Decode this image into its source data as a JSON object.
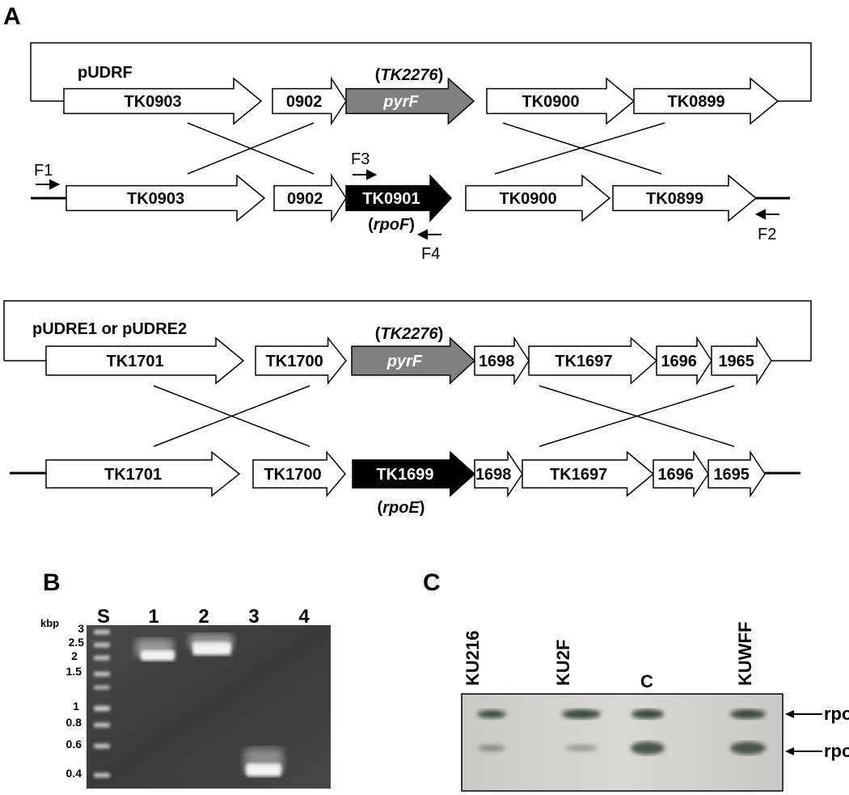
{
  "panels": {
    "a": "A",
    "b": "B",
    "c": "C"
  },
  "panel_a": {
    "plasmid1": {
      "name": "pUDRF",
      "insert_label": {
        "paren_open": "(",
        "gene": "TK2276",
        "paren_close": ")"
      },
      "genes": [
        {
          "label": "TK0903",
          "fill": "white"
        },
        {
          "label": "0902",
          "fill": "white"
        },
        {
          "label": "pyrF",
          "fill": "gray",
          "italic": true
        },
        {
          "label": "TK0900",
          "fill": "white"
        },
        {
          "label": "TK0899",
          "fill": "white"
        }
      ]
    },
    "genome1": {
      "genes": [
        {
          "label": "TK0903",
          "fill": "white"
        },
        {
          "label": "0902",
          "fill": "white"
        },
        {
          "label": "TK0901",
          "fill": "black"
        },
        {
          "label": "TK0900",
          "fill": "white"
        },
        {
          "label": "TK0899",
          "fill": "white"
        }
      ],
      "sub_label": {
        "paren_open": "(",
        "gene": "rpoF",
        "paren_close": ")"
      },
      "primers": [
        "F1",
        "F2",
        "F3",
        "F4"
      ]
    },
    "plasmid2": {
      "name": "pUDRE1 or pUDRE2",
      "insert_label": {
        "paren_open": "(",
        "gene": "TK2276",
        "paren_close": ")"
      },
      "genes": [
        {
          "label": "TK1701",
          "fill": "white"
        },
        {
          "label": "TK1700",
          "fill": "white"
        },
        {
          "label": "pyrF",
          "fill": "gray",
          "italic": true
        },
        {
          "label": "1698",
          "fill": "white"
        },
        {
          "label": "TK1697",
          "fill": "white"
        },
        {
          "label": "1696",
          "fill": "white"
        },
        {
          "label": "1965",
          "fill": "white"
        }
      ]
    },
    "genome2": {
      "genes": [
        {
          "label": "TK1701",
          "fill": "white"
        },
        {
          "label": "TK1700",
          "fill": "white"
        },
        {
          "label": "TK1699",
          "fill": "black"
        },
        {
          "label": "1698",
          "fill": "white"
        },
        {
          "label": "TK1697",
          "fill": "white"
        },
        {
          "label": "1696",
          "fill": "white"
        },
        {
          "label": "1695",
          "fill": "white"
        }
      ],
      "sub_label": {
        "paren_open": "(",
        "gene": "rpoE",
        "paren_close": ")"
      }
    }
  },
  "panel_b": {
    "unit": "kbp",
    "ladder": [
      "3",
      "2.5",
      "2",
      "1.5",
      "1",
      "0.8",
      "0.6",
      "0.4"
    ],
    "lanes": [
      "S",
      "1",
      "2",
      "3",
      "4"
    ]
  },
  "panel_c": {
    "lanes": [
      "KU216",
      "KU2F",
      "C",
      "KUWFF"
    ],
    "bands": [
      "rpoE",
      "rpoF"
    ]
  },
  "colors": {
    "gel_bg": "#3a3a3a",
    "blot_bg": "#cfcfcc",
    "gray_gene": "#808080",
    "black_gene": "#000000"
  }
}
